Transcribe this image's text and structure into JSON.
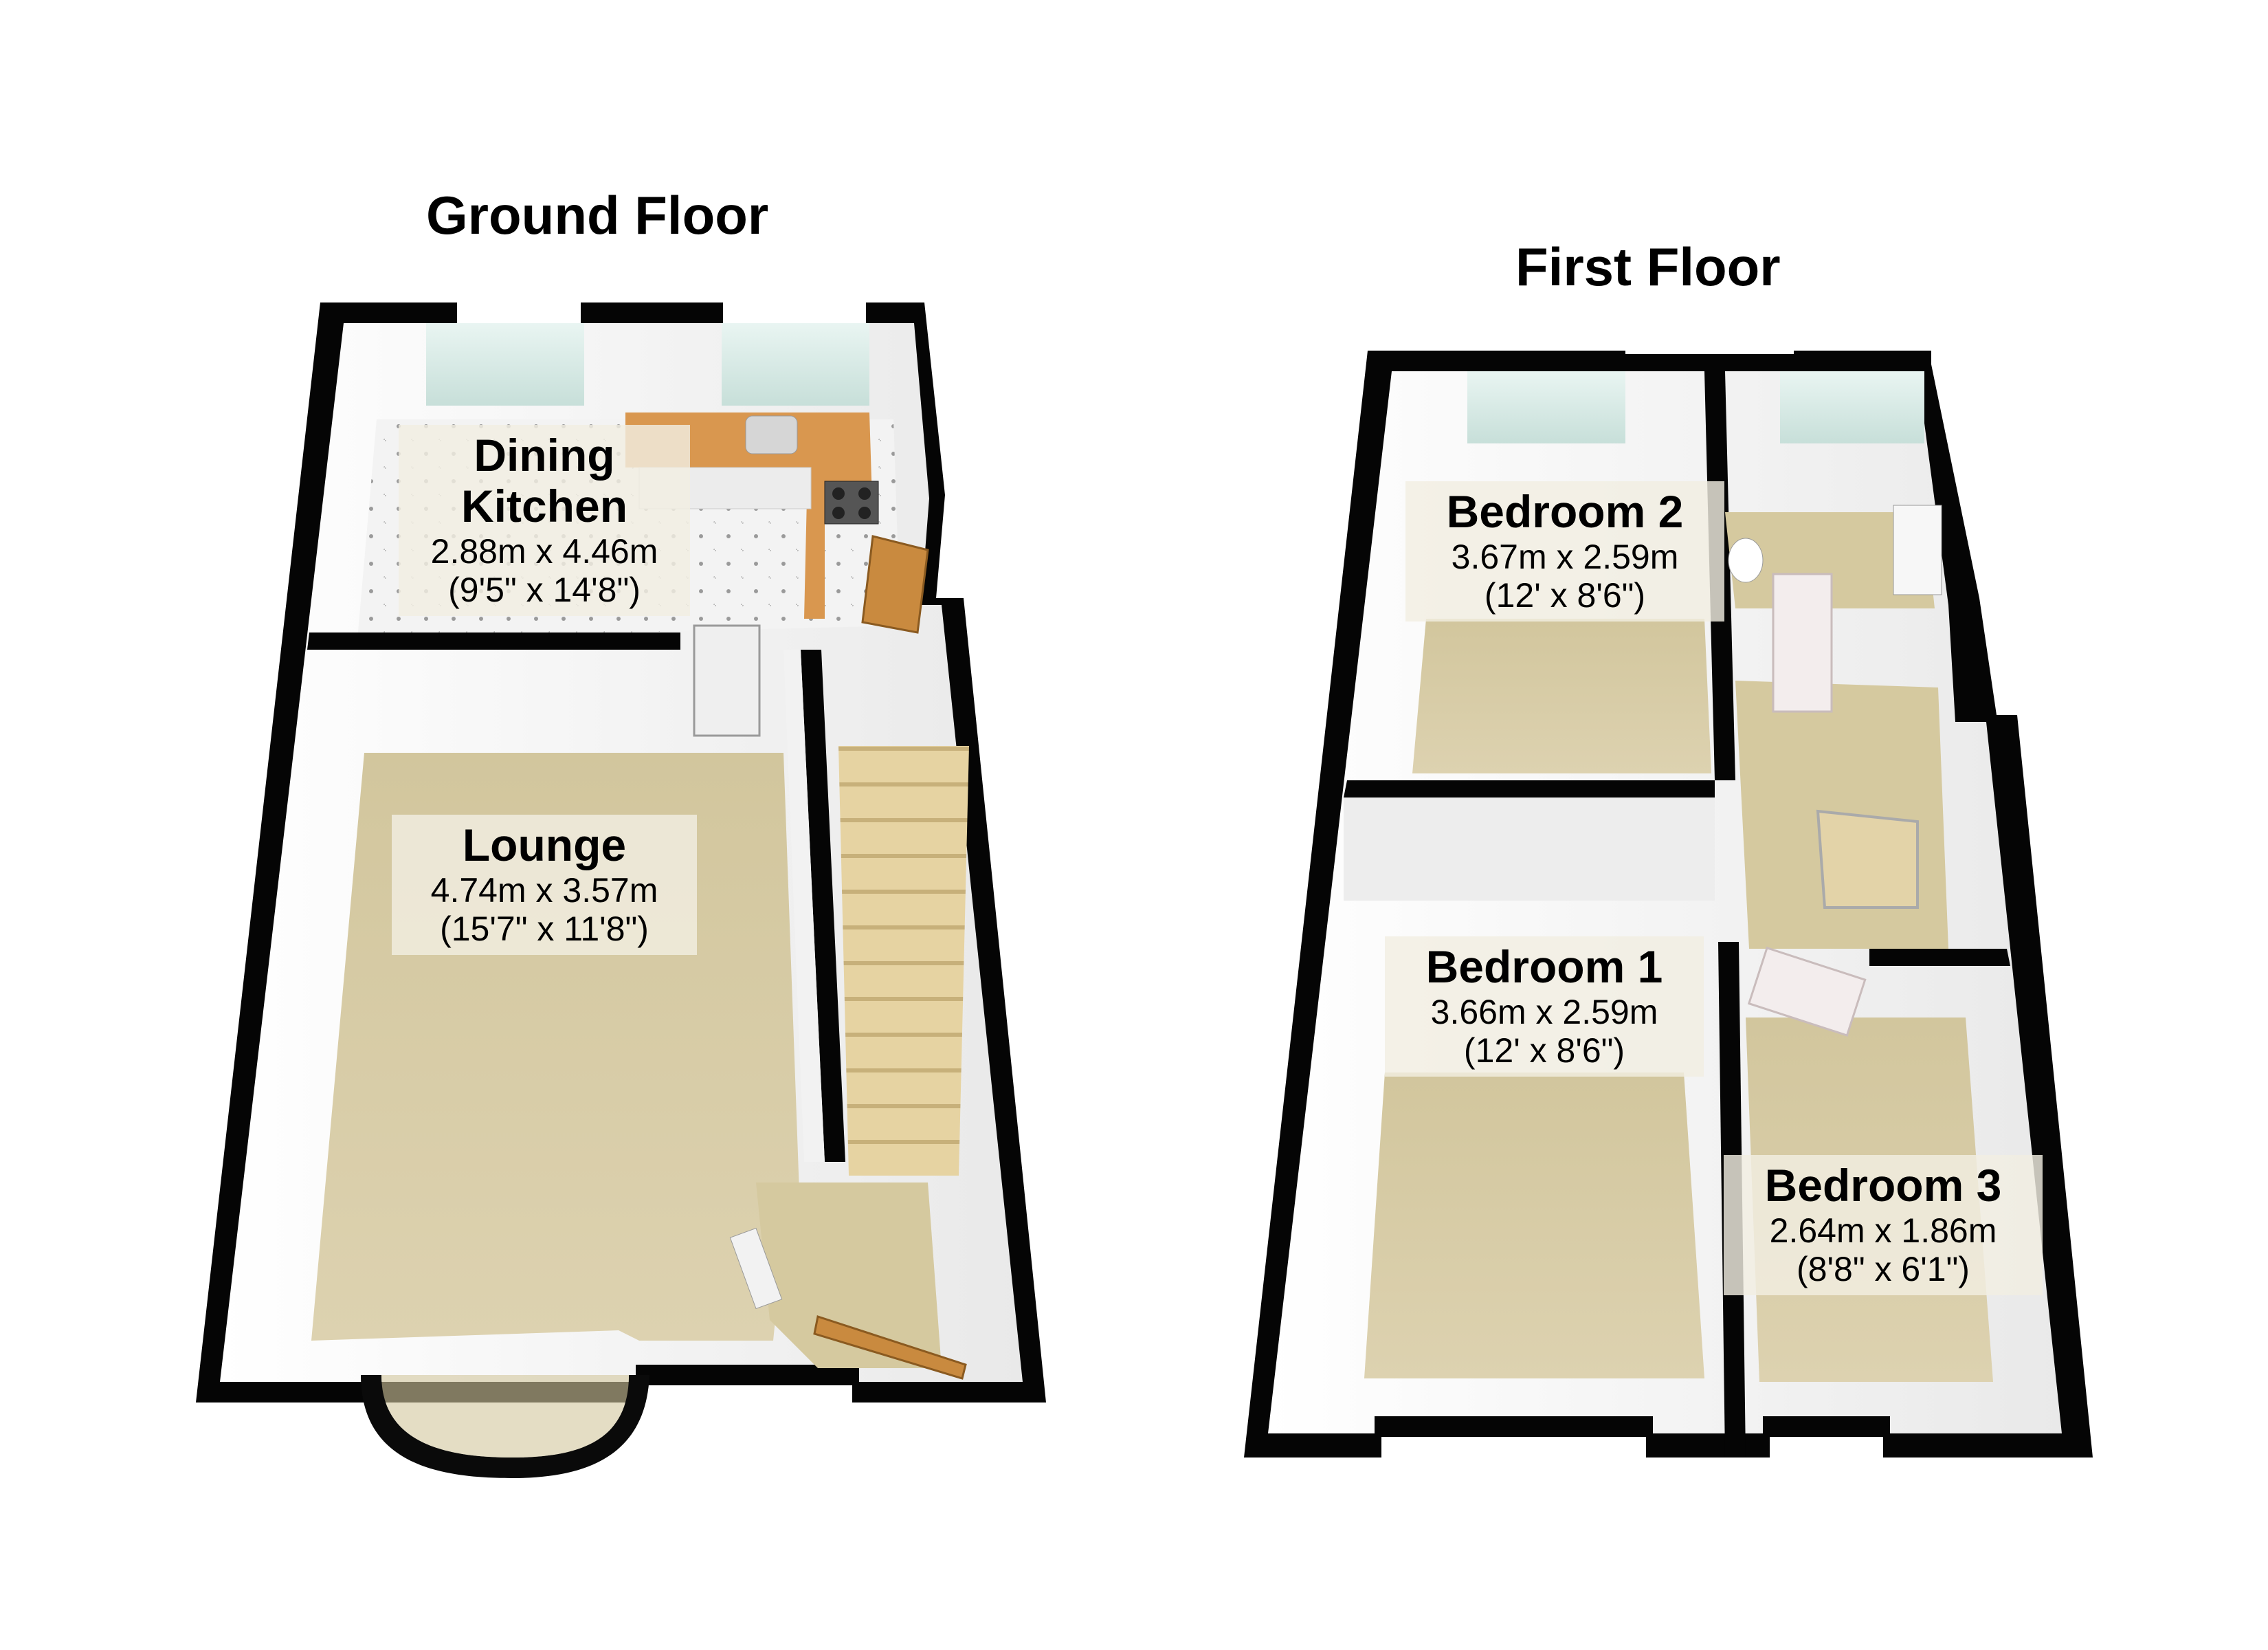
{
  "ground_floor": {
    "title": "Ground Floor",
    "rooms": [
      {
        "name_lines": [
          "Dining",
          "Kitchen"
        ],
        "metric": "2.88m x 4.46m",
        "imperial": "(9'5\" x 14'8\")"
      },
      {
        "name_lines": [
          "Lounge"
        ],
        "metric": "4.74m x 3.57m",
        "imperial": "(15'7\" x 11'8\")"
      }
    ]
  },
  "first_floor": {
    "title": "First Floor",
    "rooms": [
      {
        "name_lines": [
          "Bedroom 2"
        ],
        "metric": "3.67m x 2.59m",
        "imperial": "(12' x 8'6\")"
      },
      {
        "name_lines": [
          "Bedroom 1"
        ],
        "metric": "3.66m x 2.59m",
        "imperial": "(12' x 8'6\")"
      },
      {
        "name_lines": [
          "Bedroom 3"
        ],
        "metric": "2.64m x 1.86m",
        "imperial": "(8'8\" x 6'1\")"
      }
    ]
  },
  "colors": {
    "wall": "#050505",
    "wall_face": "#f6f6f6",
    "carpet": "#d8ccA6",
    "kitchen_floor": "#f1f1f1",
    "window_glass": "#cde3df",
    "worktop": "#d99a55",
    "door": "#f4eeee",
    "stair": "#e3cf9c"
  }
}
